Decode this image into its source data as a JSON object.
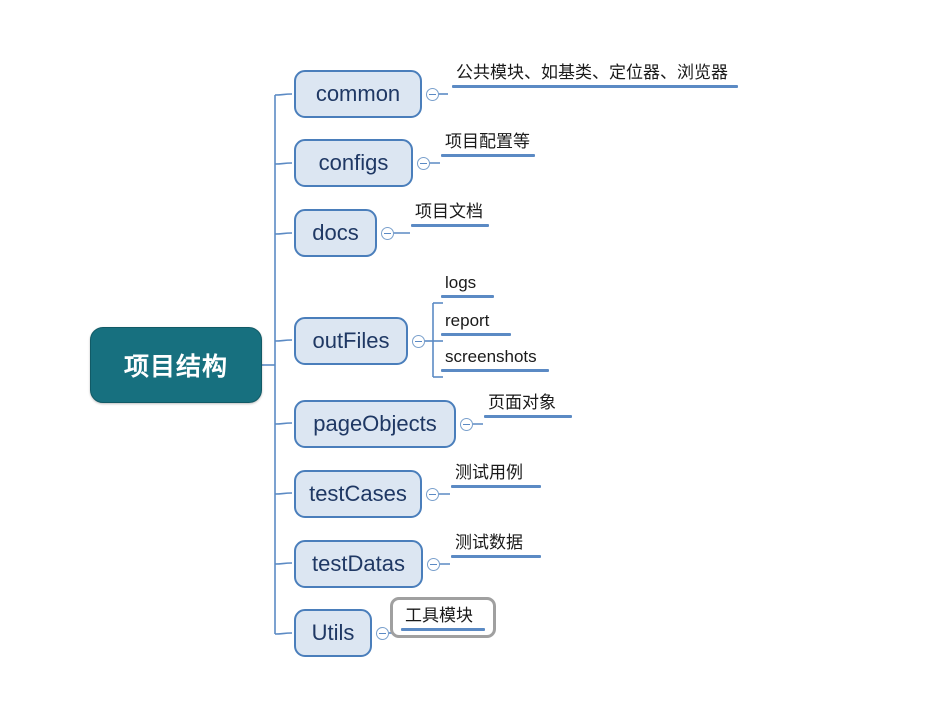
{
  "diagram": {
    "type": "mind-map",
    "background_color": "#ffffff",
    "root": {
      "label": "项目结构",
      "fill": "#17707f",
      "text_color": "#ffffff"
    },
    "node_style": {
      "fill": "#dce6f2",
      "border": "#4a7ebb",
      "text_color": "#1f3864",
      "rule_color": "#5b8ac4",
      "selection_border": "#a0a0a0"
    },
    "branches": [
      {
        "name": "common",
        "note": "公共模块、如基类、定位器、浏览器",
        "children": []
      },
      {
        "name": "configs",
        "note": "项目配置等",
        "children": []
      },
      {
        "name": "docs",
        "note": "项目文档",
        "children": []
      },
      {
        "name": "outFiles",
        "note": "",
        "children": [
          "logs",
          "report",
          "screenshots"
        ]
      },
      {
        "name": "pageObjects",
        "note": "页面对象",
        "children": []
      },
      {
        "name": "testCases",
        "note": "测试用例",
        "children": []
      },
      {
        "name": "testDatas",
        "note": "测试数据",
        "children": []
      },
      {
        "name": "Utils",
        "note": "工具模块",
        "children": [],
        "note_selected": true
      }
    ]
  }
}
